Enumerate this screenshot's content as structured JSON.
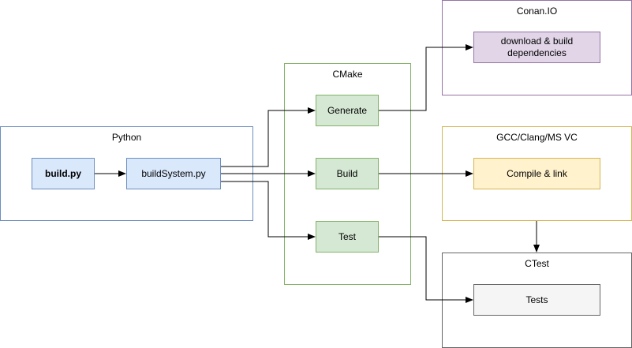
{
  "groups": {
    "python": {
      "title": "Python",
      "border": "#6c8ebf"
    },
    "cmake": {
      "title": "CMake",
      "border": "#82b366"
    },
    "conan": {
      "title": "Conan.IO",
      "border": "#9673a6"
    },
    "compiler": {
      "title": "GCC/Clang/MS VC",
      "border": "#d6b656"
    },
    "ctest": {
      "title": "CTest",
      "border": "#666666"
    }
  },
  "nodes": {
    "build_py": {
      "label": "build.py",
      "fill": "#dae8fc",
      "stroke": "#6c8ebf"
    },
    "build_system_py": {
      "label": "buildSystem.py",
      "fill": "#dae8fc",
      "stroke": "#6c8ebf"
    },
    "generate": {
      "label": "Generate",
      "fill": "#d5e8d4",
      "stroke": "#82b366"
    },
    "build": {
      "label": "Build",
      "fill": "#d5e8d4",
      "stroke": "#82b366"
    },
    "test": {
      "label": "Test",
      "fill": "#d5e8d4",
      "stroke": "#82b366"
    },
    "download_deps": {
      "label": "download & build dependencies",
      "fill": "#e1d5e7",
      "stroke": "#9673a6"
    },
    "compile_link": {
      "label": "Compile & link",
      "fill": "#fff2cc",
      "stroke": "#d6b656"
    },
    "tests": {
      "label": "Tests",
      "fill": "#f5f5f5",
      "stroke": "#666666"
    }
  },
  "edges": [
    {
      "from": "build.py",
      "to": "buildSystem.py"
    },
    {
      "from": "buildSystem.py",
      "to": "Generate"
    },
    {
      "from": "buildSystem.py",
      "to": "Build"
    },
    {
      "from": "buildSystem.py",
      "to": "Test"
    },
    {
      "from": "Generate",
      "to": "download & build dependencies"
    },
    {
      "from": "Build",
      "to": "Compile & link"
    },
    {
      "from": "Test",
      "to": "Tests"
    },
    {
      "from": "GCC/Clang/MS VC",
      "to": "CTest"
    }
  ]
}
